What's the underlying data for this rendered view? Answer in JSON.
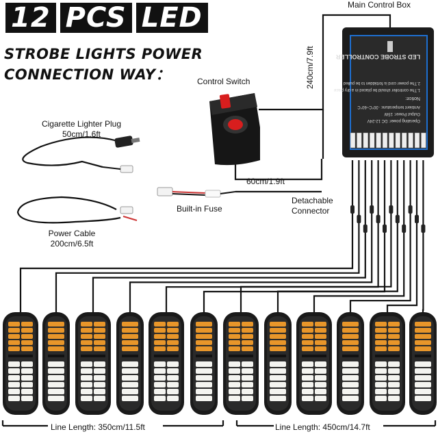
{
  "header": {
    "hero": [
      "12",
      "PCS",
      "LED"
    ],
    "subtitle_line1": "STROBE LIGHTS POWER",
    "subtitle_line2": "CONNECTION WAY："
  },
  "labels": {
    "main_control_box": "Main Control Box",
    "control_switch": "Control Switch",
    "cig_plug_title": "Cigarette Lighter Plug",
    "cig_plug_len": "50cm/1.6ft",
    "power_cable_title": "Power Cable",
    "power_cable_len": "200cm/6.5ft",
    "built_in_fuse": "Built-in Fuse",
    "len_240": "240cm/7.9ft",
    "len_60": "60cm/1.9ft",
    "detachable_1": "Detachable",
    "detachable_2": "Connector",
    "line_left": "Line Length: 350cm/11.5ft",
    "line_right": "Line Length: 450cm/14.7ft"
  },
  "controller": {
    "title": "LED STROBE CONTROLLER",
    "notes": [
      "Operating power: DC 12-24V",
      "Output Power: 15W",
      "Ambient temperature: -30°C~60°C",
      "Notice:",
      "1.The controller should be placed in a dry place",
      "2.The power cord is forbidden to be pulled"
    ]
  },
  "colors": {
    "wire": "#111111",
    "box": "#1c1c1c",
    "accent": "#1e6fd0",
    "switch_red": "#d81e1e",
    "amber": "#e8962a"
  },
  "lights": {
    "count": 12,
    "types": [
      "wide",
      "narrow",
      "wide",
      "narrow",
      "wide",
      "narrow",
      "wide",
      "narrow",
      "wide",
      "narrow",
      "wide",
      "narrow"
    ]
  }
}
